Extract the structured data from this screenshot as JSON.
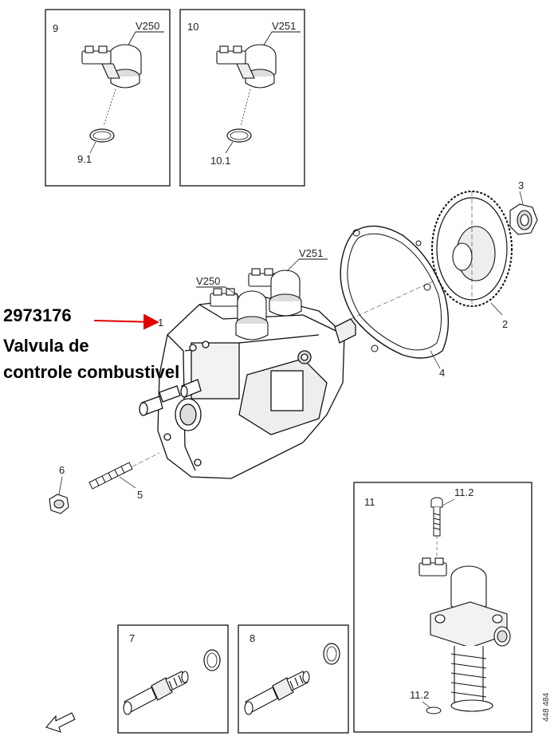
{
  "annotation": {
    "part_number": "2973176",
    "line1": "Valvula de",
    "line2": "controle combustivel",
    "arrow_color": "#e00000"
  },
  "insets": {
    "box9": {
      "number": "9",
      "valve": "V250",
      "seal": "9.1"
    },
    "box10": {
      "number": "10",
      "valve": "V251",
      "seal": "10.1"
    },
    "box11": {
      "number": "11",
      "screw_top": "11.2",
      "screw_bottom": "11.2"
    },
    "box7": {
      "number": "7"
    },
    "box8": {
      "number": "8"
    }
  },
  "callouts": {
    "pump": "1",
    "gear": "2",
    "nut_gear": "3",
    "gasket": "4",
    "stud": "5",
    "nut": "6",
    "valve_left": "V250",
    "valve_right": "V251"
  },
  "doc_number": "448 484",
  "icons": {
    "direction": "arrow-outline-icon"
  }
}
